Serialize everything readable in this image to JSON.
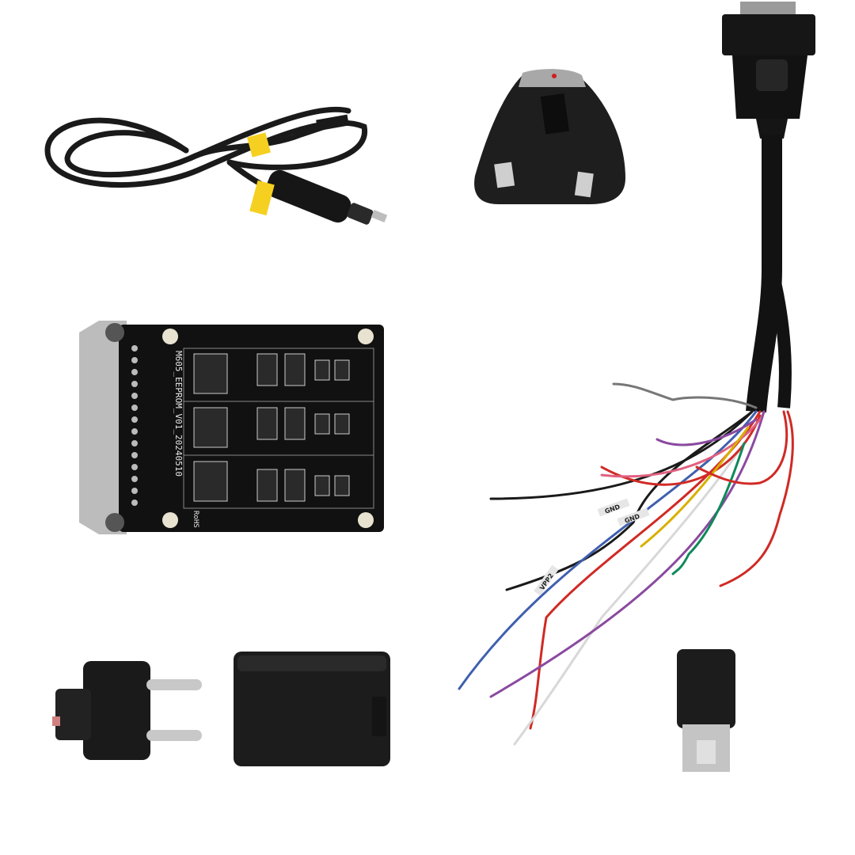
{
  "products": {
    "car_charger_cable": {
      "label": "car-charger-cable"
    },
    "uk_plug_adapter": {
      "label": "uk-plug-adapter"
    },
    "db15_wire_harness": {
      "wire_labels": [
        "GND",
        "GND",
        "VPP2"
      ],
      "wire_colors": [
        "#d02a25",
        "#3f5fae",
        "#1a1a1a",
        "#d8d8d8",
        "#8a4aa0",
        "#d8b000",
        "#0e8a5a",
        "#e06080",
        "#777777"
      ]
    },
    "eeprom_adapter_board": {
      "board_label": "M605_EEPROM_V01_20240510",
      "rohs_label": "RoHS"
    },
    "eu_plug_adapter": {
      "label": "eu-plug-adapter"
    },
    "obd_module": {
      "label": "obd-module"
    },
    "usb_c_to_a_adapter": {
      "label": "usb-c-to-usb-a-adapter"
    }
  },
  "colors": {
    "background": "#ffffff",
    "pcb": "#111111",
    "plastic": "#1c1c1c",
    "connector_grey": "#b8b8b8"
  }
}
